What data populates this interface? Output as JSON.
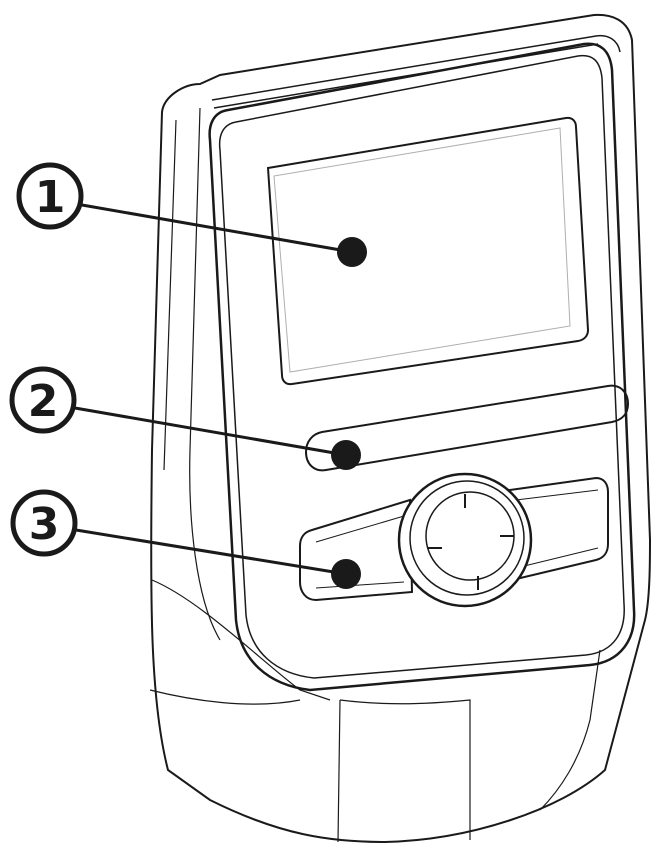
{
  "callouts": [
    {
      "number": "1",
      "part": "screen"
    },
    {
      "number": "2",
      "part": "indicator-strip"
    },
    {
      "number": "3",
      "part": "control-panel"
    }
  ],
  "colors": {
    "line": "#1a1a1a",
    "fill": "#ffffff",
    "background": "#ffffff"
  }
}
